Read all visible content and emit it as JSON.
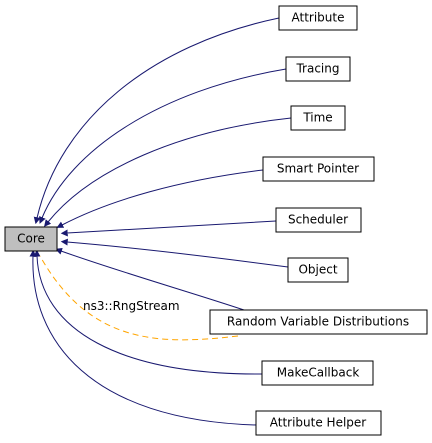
{
  "diagram": {
    "root": {
      "label": "Core",
      "fill": "#bfbfbf"
    },
    "children": [
      {
        "id": "attribute",
        "label": "Attribute"
      },
      {
        "id": "tracing",
        "label": "Tracing"
      },
      {
        "id": "time",
        "label": "Time"
      },
      {
        "id": "smart-pointer",
        "label": "Smart Pointer"
      },
      {
        "id": "scheduler",
        "label": "Scheduler"
      },
      {
        "id": "object",
        "label": "Object"
      },
      {
        "id": "random-variable-distributions",
        "label": "Random Variable Distributions"
      },
      {
        "id": "makecallback",
        "label": "MakeCallback"
      },
      {
        "id": "attribute-helper",
        "label": "Attribute Helper"
      }
    ],
    "dashed_edge": {
      "label": "ns3::RngStream",
      "from": "random-variable-distributions",
      "to": "core"
    },
    "colors": {
      "edge": "#191970",
      "dashed_edge": "#ffa500",
      "node_fill": "#ffffff",
      "border": "#000000"
    }
  }
}
